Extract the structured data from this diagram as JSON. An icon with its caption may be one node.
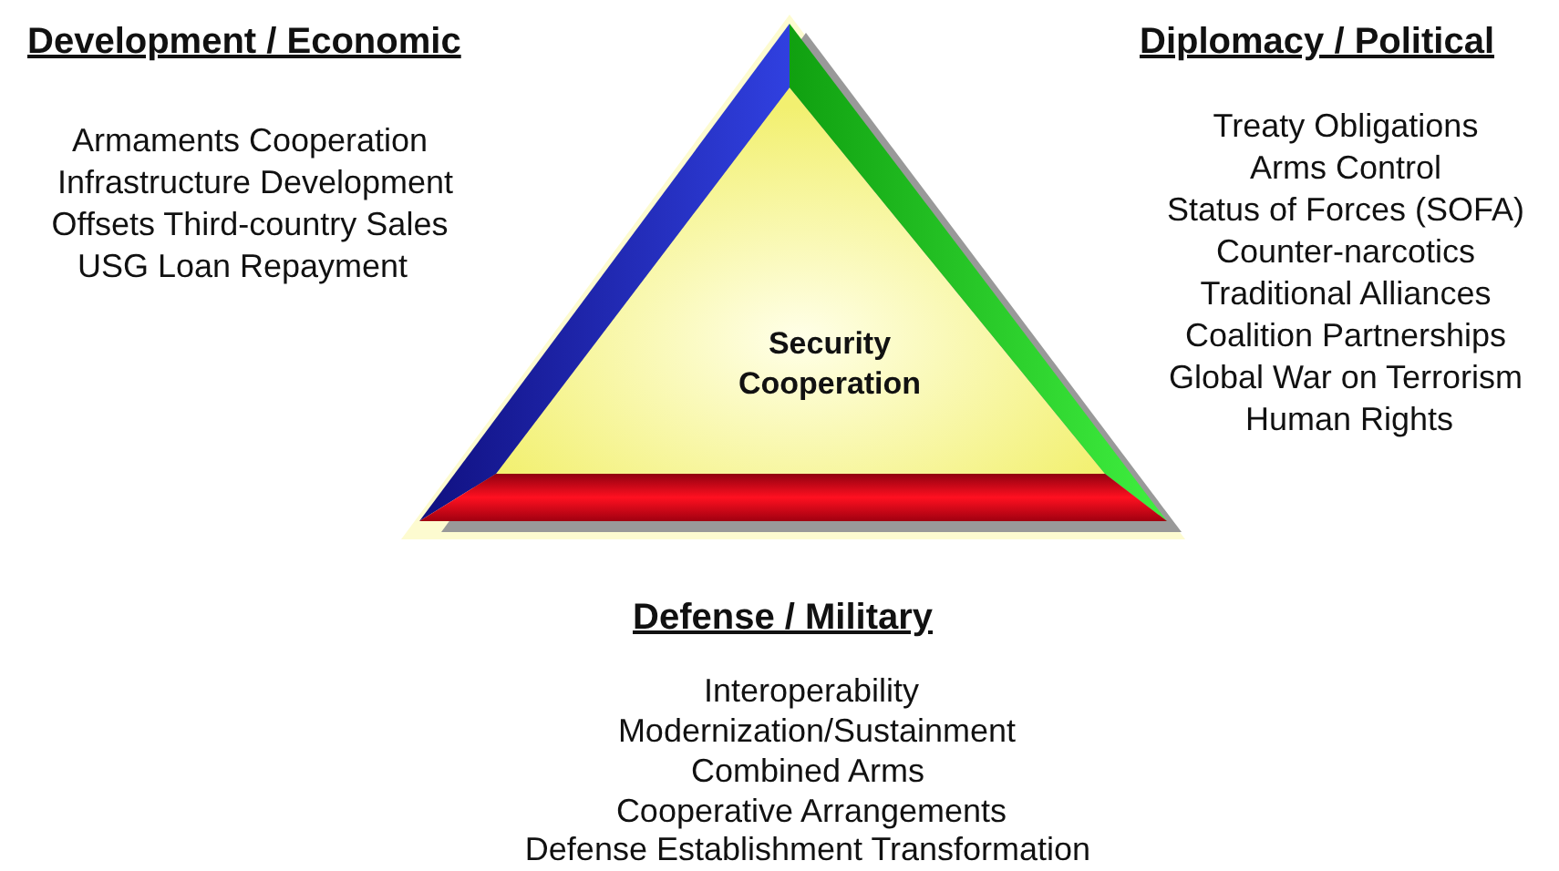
{
  "diagram": {
    "nodes": [
      {
        "text": [
          "Security Cooperation"
        ]
      }
    ],
    "labels": [
      "Development / Economic",
      "Armaments Cooperation",
      "Infrastructure Development",
      "Offsets Third-country Sales",
      "USG Loan Repayment",
      "Diplomacy / Political",
      "Treaty Obligations",
      "Arms Control",
      "Status of Forces (SOFA)",
      "Counter-narcotics",
      "Traditional Alliances",
      "Coalition Partnerships",
      "Global War on Terrorism",
      "Human Rights",
      "Defense / Military",
      "Interoperability",
      "Modernization/Sustainment",
      "Combined Arms",
      "Cooperative Arrangements",
      "Defense Establishment Transformation"
    ]
  }
}
